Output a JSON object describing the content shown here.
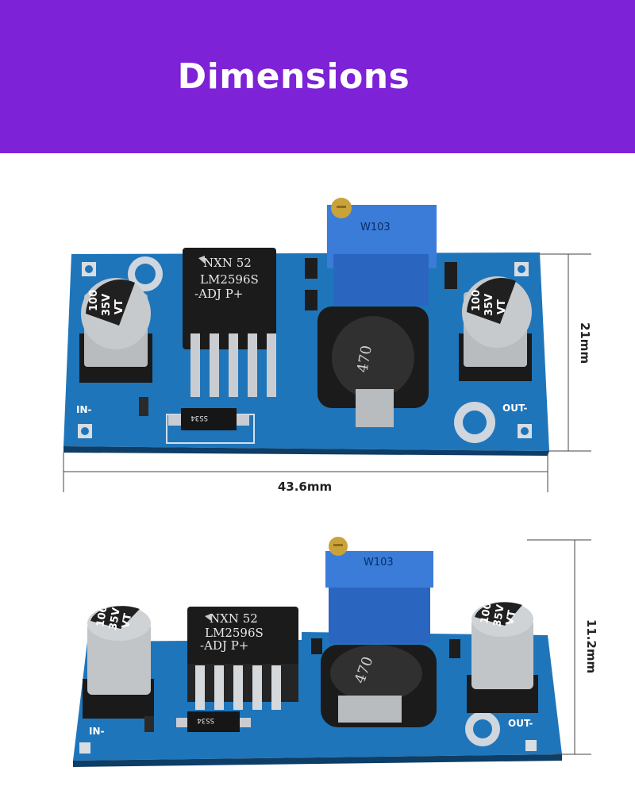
{
  "header": {
    "title": "Dimensions"
  },
  "top_view": {
    "width_label": "43.6mm",
    "height_label": "21mm",
    "in_label": "IN-",
    "out_label": "OUT-",
    "chip_line1": "NXN 52",
    "chip_line2": "LM2596S",
    "chip_line3": "-ADJ  P+",
    "cap_line1": "100",
    "cap_line2": "35V",
    "cap_line3": "VT",
    "pot_label": "W103",
    "inductor_label": "470",
    "diode_label": "SS34"
  },
  "side_view": {
    "height_label": "11.2mm",
    "in_label": "IN-",
    "out_label": "OUT-",
    "chip_line1": "NXN 52",
    "chip_line2": "LM2596S",
    "chip_line3": "-ADJ  P+",
    "cap_line1": "100",
    "cap_line2": "35V",
    "cap_line3": "VT",
    "pot_label": "W103",
    "inductor_label": "470",
    "diode_label": "SS34"
  },
  "colors": {
    "banner": "#7d22d6",
    "pcb": "#1e73b8",
    "pot": "#2f6fd0"
  }
}
